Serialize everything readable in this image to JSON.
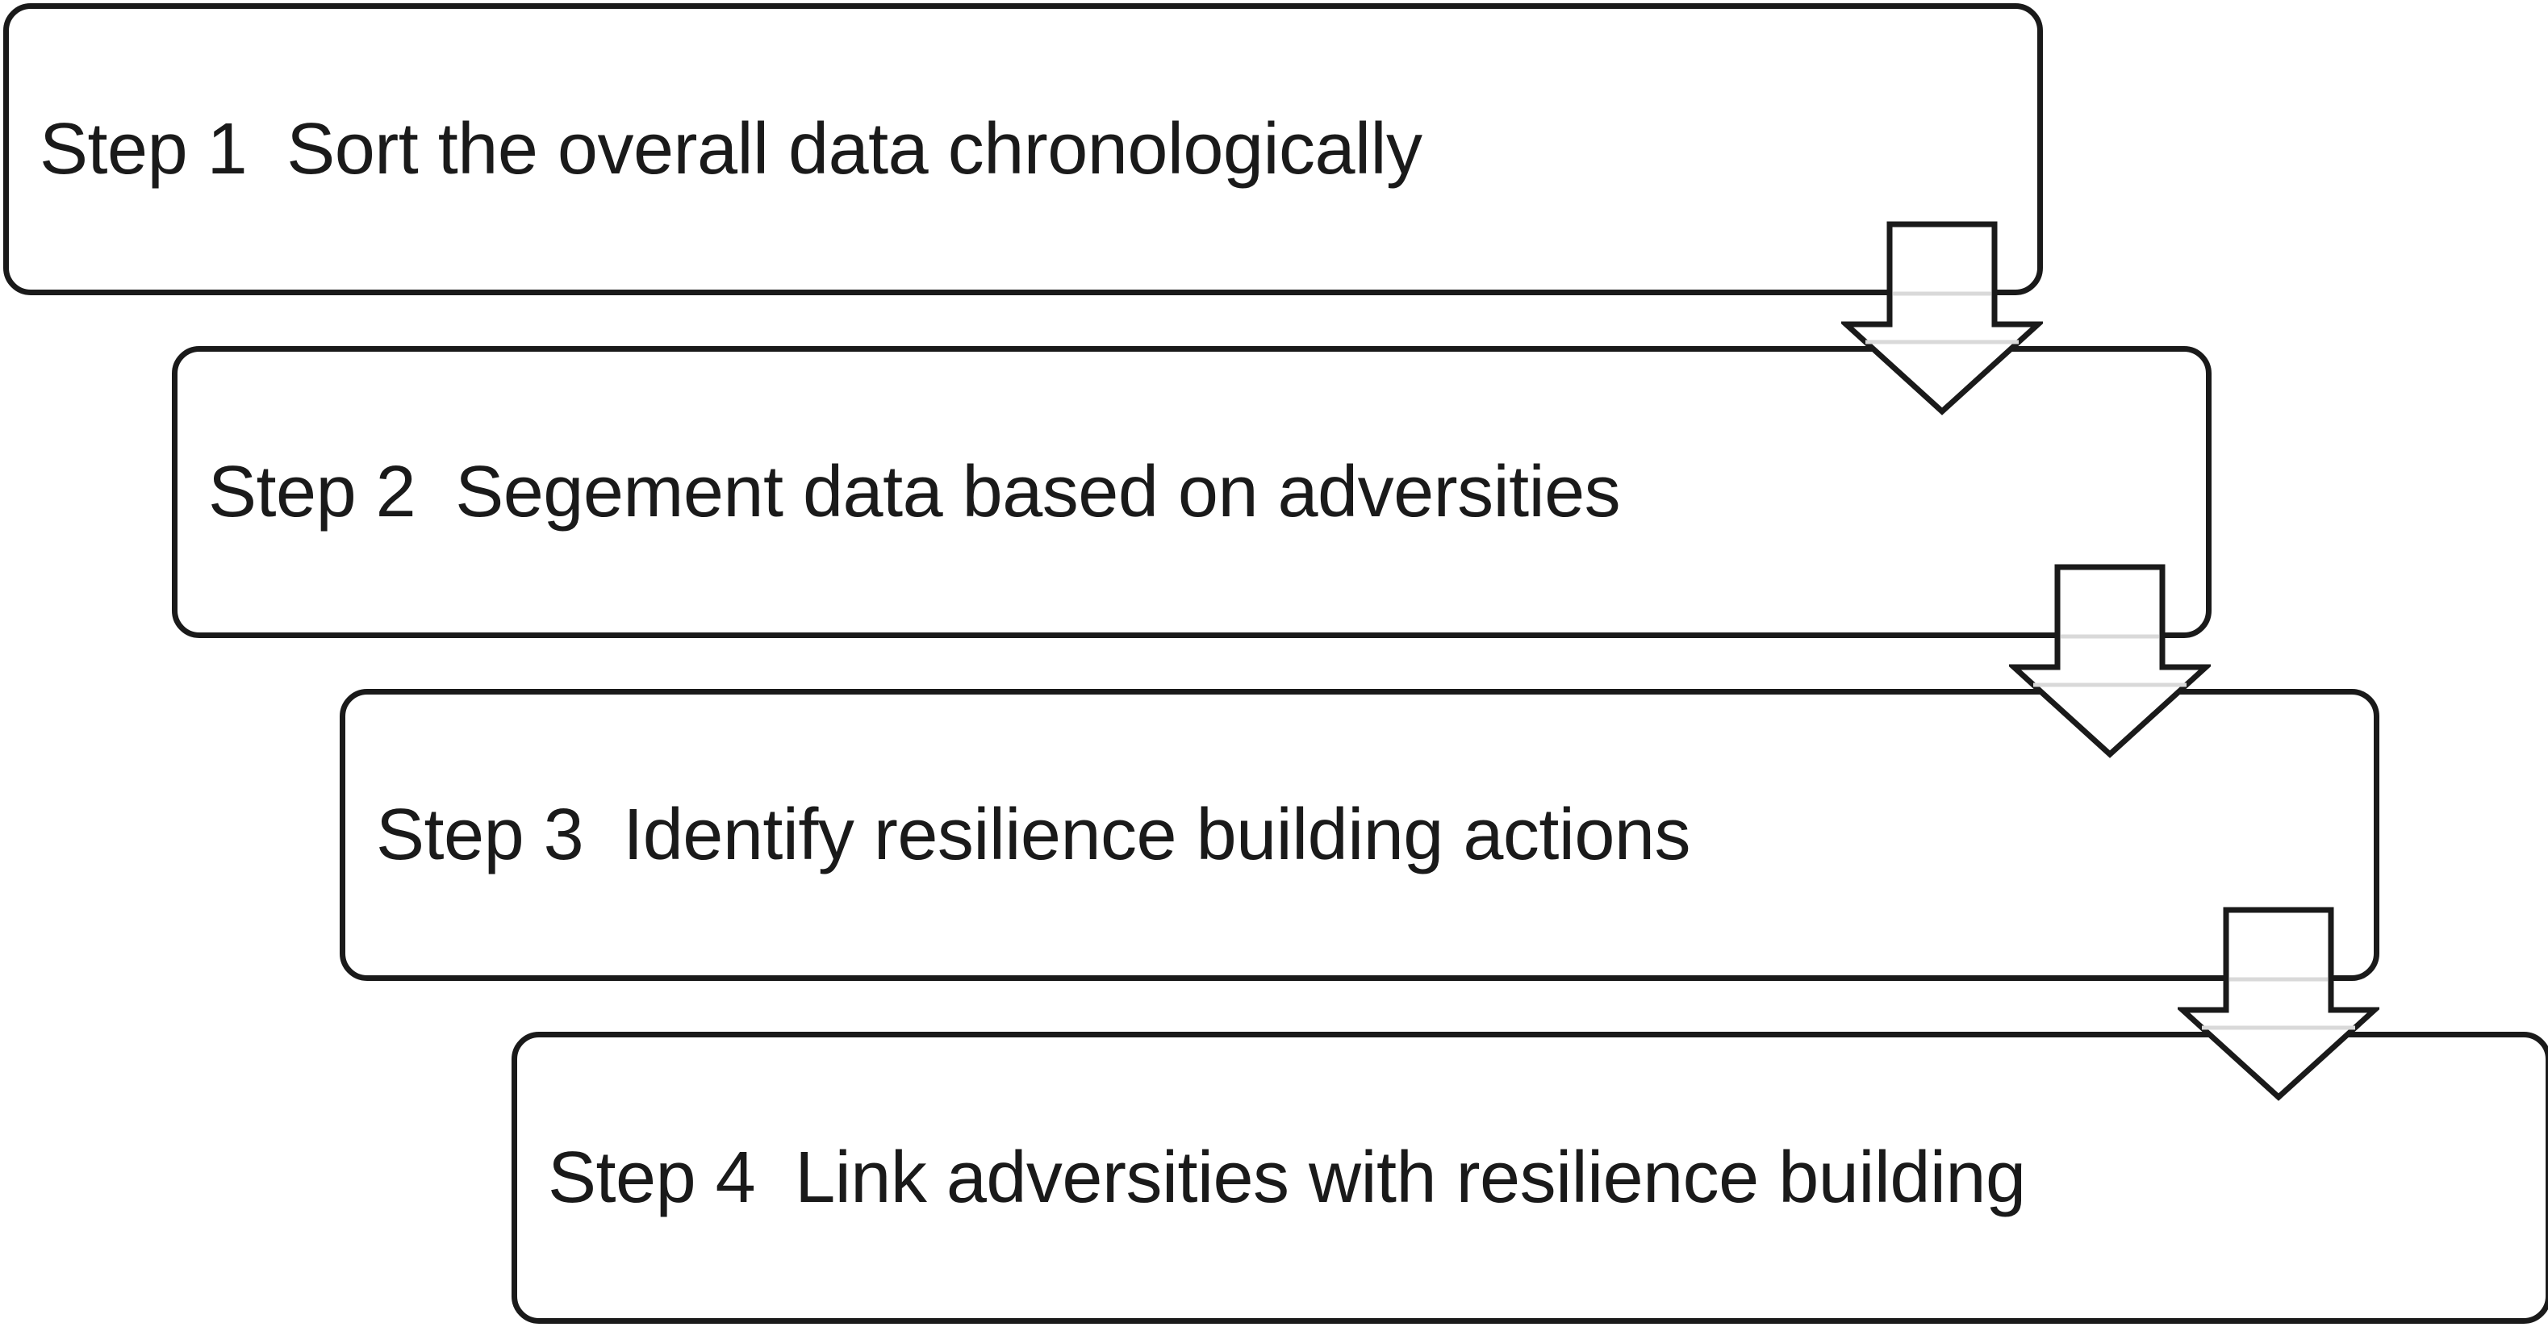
{
  "steps": [
    {
      "number": "Step 1",
      "text": "Sort the overall data chronologically"
    },
    {
      "number": "Step 2",
      "text": "Segement data based on adversities"
    },
    {
      "number": "Step 3",
      "text": "Identify resilience building actions"
    },
    {
      "number": "Step 4",
      "text": "Link adversities with resilience building"
    }
  ],
  "colors": {
    "stroke": "#1a1a1a",
    "fill": "#ffffff",
    "arrow_inner_line": "#d9d9d9"
  }
}
